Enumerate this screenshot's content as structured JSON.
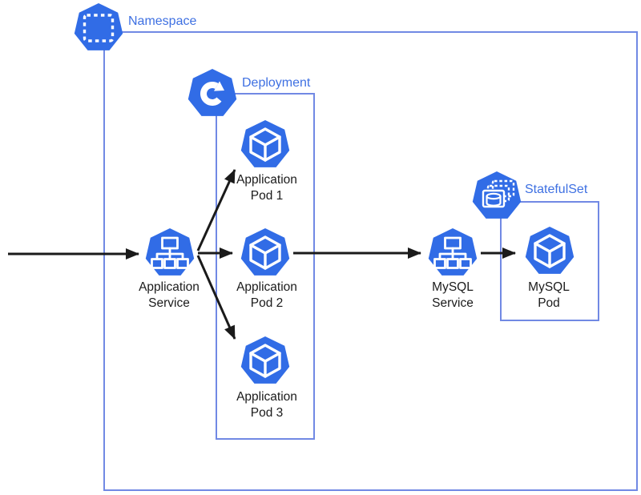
{
  "diagram_type": "kubernetes-architecture",
  "groups": {
    "namespace": {
      "label": "Namespace",
      "icon": "namespace-icon"
    },
    "deployment": {
      "label": "Deployment",
      "icon": "deployment-icon"
    },
    "statefulset": {
      "label": "StatefulSet",
      "icon": "statefulset-icon"
    }
  },
  "nodes": {
    "app_service": {
      "line1": "Application",
      "line2": "Service",
      "icon": "service-icon"
    },
    "app_pod_1": {
      "line1": "Application",
      "line2": "Pod 1",
      "icon": "pod-icon"
    },
    "app_pod_2": {
      "line1": "Application",
      "line2": "Pod 2",
      "icon": "pod-icon"
    },
    "app_pod_3": {
      "line1": "Application",
      "line2": "Pod 3",
      "icon": "pod-icon"
    },
    "mysql_service": {
      "line1": "MySQL",
      "line2": "Service",
      "icon": "service-icon"
    },
    "mysql_pod": {
      "line1": "MySQL",
      "line2": "Pod",
      "icon": "pod-icon"
    }
  },
  "edges": [
    {
      "from": "external",
      "to": "app_service"
    },
    {
      "from": "app_service",
      "to": "app_pod_1"
    },
    {
      "from": "app_service",
      "to": "app_pod_2"
    },
    {
      "from": "app_service",
      "to": "app_pod_3"
    },
    {
      "from": "app_pod_2",
      "to": "mysql_service"
    },
    {
      "from": "mysql_service",
      "to": "mysql_pod"
    }
  ],
  "colors": {
    "icon_blue": "#316CE6",
    "label_blue": "#3E70E2",
    "boundary_blue": "#7189E4",
    "arrow_black": "#1A1A1A",
    "node_text": "#1B1B1B",
    "background": "#FFFFFF"
  }
}
